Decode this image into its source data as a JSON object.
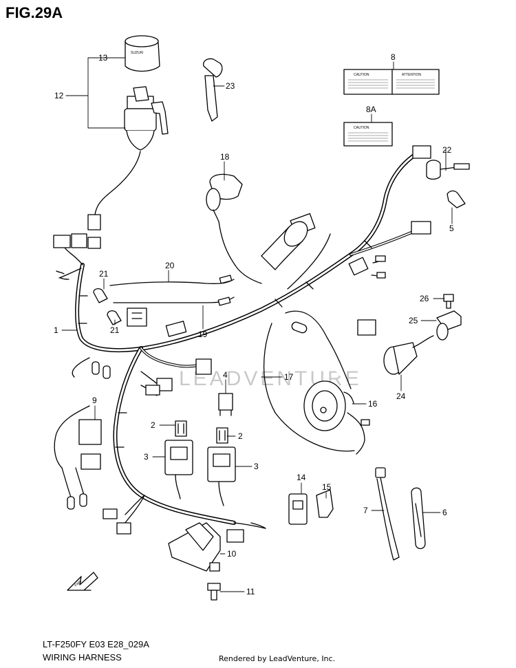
{
  "figure": {
    "title": "FIG.29A",
    "model_code": "LT-F250FY E03 E28_029A",
    "name": "WIRING HARNESS",
    "credit": "Rendered by LeadVenture, Inc.",
    "watermark": "LEADVENTURE"
  },
  "labels": {
    "caution": "CAUTION",
    "attention": "ATTENTION",
    "fwd": "FWD"
  },
  "callouts": [
    {
      "id": "c1",
      "text": "1"
    },
    {
      "id": "c2a",
      "text": "2"
    },
    {
      "id": "c2b",
      "text": "2"
    },
    {
      "id": "c3a",
      "text": "3"
    },
    {
      "id": "c3b",
      "text": "3"
    },
    {
      "id": "c4",
      "text": "4"
    },
    {
      "id": "c5",
      "text": "5"
    },
    {
      "id": "c6",
      "text": "6"
    },
    {
      "id": "c7",
      "text": "7"
    },
    {
      "id": "c8",
      "text": "8"
    },
    {
      "id": "c8a",
      "text": "8A"
    },
    {
      "id": "c9",
      "text": "9"
    },
    {
      "id": "c10",
      "text": "10"
    },
    {
      "id": "c11",
      "text": "11"
    },
    {
      "id": "c12",
      "text": "12"
    },
    {
      "id": "c13",
      "text": "13"
    },
    {
      "id": "c14",
      "text": "14"
    },
    {
      "id": "c15",
      "text": "15"
    },
    {
      "id": "c16",
      "text": "16"
    },
    {
      "id": "c17",
      "text": "17"
    },
    {
      "id": "c18",
      "text": "18"
    },
    {
      "id": "c19",
      "text": "19"
    },
    {
      "id": "c20",
      "text": "20"
    },
    {
      "id": "c21a",
      "text": "21"
    },
    {
      "id": "c21b",
      "text": "21"
    },
    {
      "id": "c22",
      "text": "22"
    },
    {
      "id": "c23",
      "text": "23"
    },
    {
      "id": "c24",
      "text": "24"
    },
    {
      "id": "c25",
      "text": "25"
    },
    {
      "id": "c26",
      "text": "26"
    }
  ]
}
